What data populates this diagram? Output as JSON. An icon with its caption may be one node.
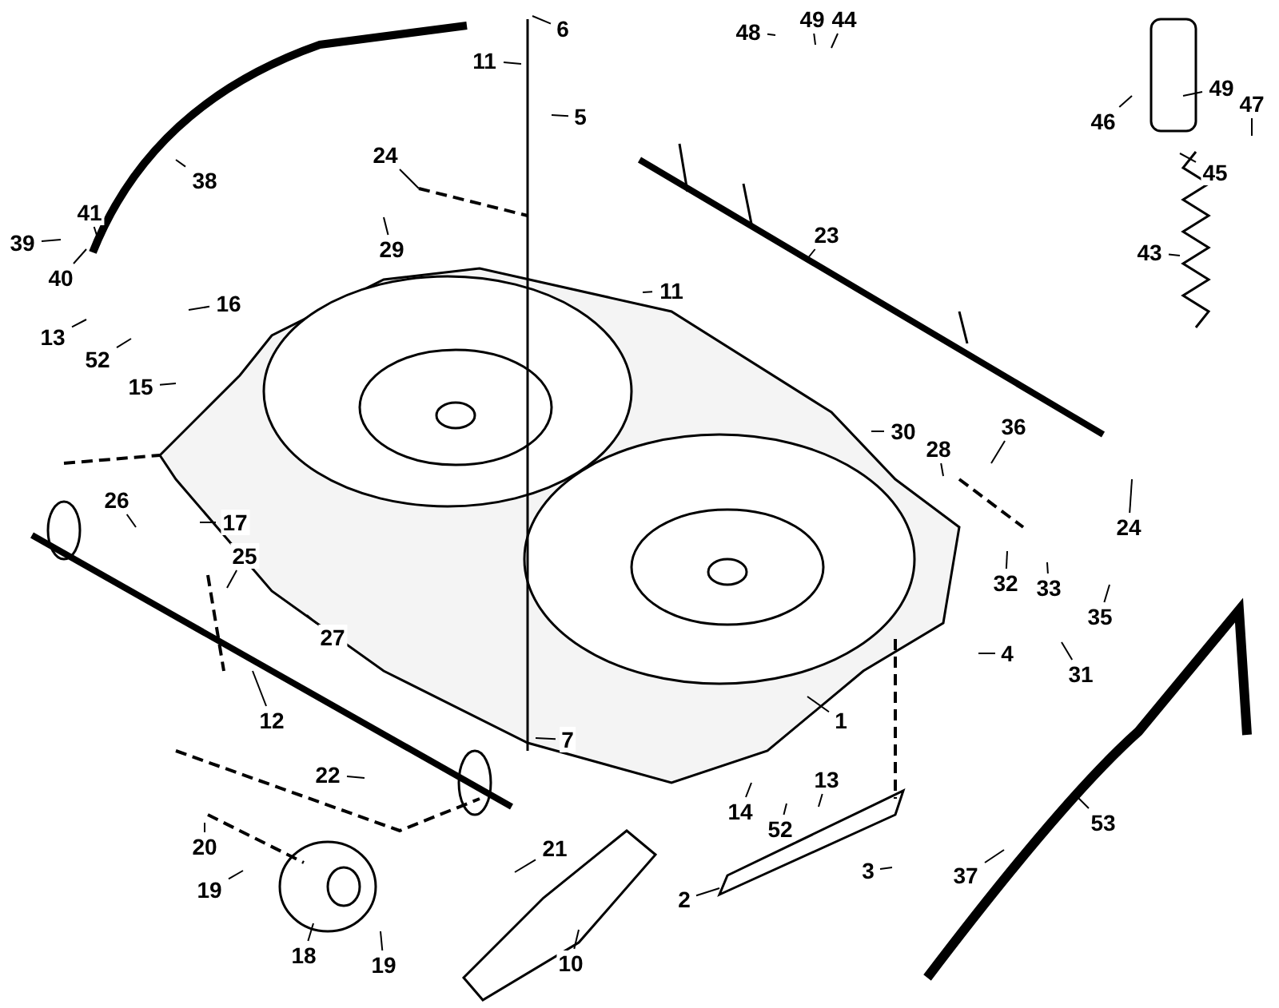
{
  "diagram": {
    "nodes": [
      {
        "text": [
          "48"
        ]
      },
      {
        "text": [
          "49"
        ]
      },
      {
        "text": [
          "44"
        ]
      },
      {
        "text": [
          "6"
        ]
      },
      {
        "text": [
          "11"
        ]
      },
      {
        "text": [
          "49"
        ]
      },
      {
        "text": [
          "47"
        ]
      },
      {
        "text": [
          "46"
        ]
      },
      {
        "text": [
          "5"
        ]
      },
      {
        "text": [
          "38"
        ]
      },
      {
        "text": [
          "24"
        ]
      },
      {
        "text": [
          "45"
        ]
      },
      {
        "text": [
          "29"
        ]
      },
      {
        "text": [
          "41"
        ]
      },
      {
        "text": [
          "23"
        ]
      },
      {
        "text": [
          "39"
        ]
      },
      {
        "text": [
          "40"
        ]
      },
      {
        "text": [
          "43"
        ]
      },
      {
        "text": [
          "16"
        ]
      },
      {
        "text": [
          "11"
        ]
      },
      {
        "text": [
          "13"
        ]
      },
      {
        "text": [
          "52"
        ]
      },
      {
        "text": [
          "15"
        ]
      },
      {
        "text": [
          "36"
        ]
      },
      {
        "text": [
          "30"
        ]
      },
      {
        "text": [
          "28"
        ]
      },
      {
        "text": [
          "26"
        ]
      },
      {
        "text": [
          "17"
        ]
      },
      {
        "text": [
          "24"
        ]
      },
      {
        "text": [
          "25"
        ]
      },
      {
        "text": [
          "32"
        ]
      },
      {
        "text": [
          "33"
        ]
      },
      {
        "text": [
          "35"
        ]
      },
      {
        "text": [
          "27"
        ]
      },
      {
        "text": [
          "4"
        ]
      },
      {
        "text": [
          "31"
        ]
      },
      {
        "text": [
          "12"
        ]
      },
      {
        "text": [
          "1"
        ]
      },
      {
        "text": [
          "7"
        ]
      },
      {
        "text": [
          "22"
        ]
      },
      {
        "text": [
          "13"
        ]
      },
      {
        "text": [
          "14"
        ]
      },
      {
        "text": [
          "52"
        ]
      },
      {
        "text": [
          "53"
        ]
      },
      {
        "text": [
          "20"
        ]
      },
      {
        "text": [
          "21"
        ]
      },
      {
        "text": [
          "3"
        ]
      },
      {
        "text": [
          "37"
        ]
      },
      {
        "text": [
          "19"
        ]
      },
      {
        "text": [
          "2"
        ]
      },
      {
        "text": [
          "18"
        ]
      },
      {
        "text": [
          "10"
        ]
      },
      {
        "text": [
          "19"
        ]
      }
    ],
    "edges": [
      {
        "from": 0,
        "to": null,
        "arrow": "none"
      },
      {
        "from": 1,
        "to": null,
        "arrow": "none"
      },
      {
        "from": 2,
        "to": null,
        "arrow": "none"
      },
      {
        "from": 3,
        "to": null,
        "arrow": "none"
      },
      {
        "from": 4,
        "to": null,
        "arrow": "none"
      },
      {
        "from": 5,
        "to": null,
        "arrow": "none"
      },
      {
        "from": 6,
        "to": null,
        "arrow": "none"
      },
      {
        "from": 7,
        "to": null,
        "arrow": "none"
      },
      {
        "from": 8,
        "to": null,
        "arrow": "none"
      },
      {
        "from": 9,
        "to": null,
        "arrow": "none"
      },
      {
        "from": 10,
        "to": null,
        "arrow": "none"
      },
      {
        "from": 11,
        "to": null,
        "arrow": "none"
      },
      {
        "from": 12,
        "to": null,
        "arrow": "none"
      },
      {
        "from": 13,
        "to": null,
        "arrow": "none"
      },
      {
        "from": 14,
        "to": null,
        "arrow": "none"
      },
      {
        "from": 15,
        "to": null,
        "arrow": "none"
      },
      {
        "from": 16,
        "to": null,
        "arrow": "none"
      },
      {
        "from": 17,
        "to": null,
        "arrow": "none"
      },
      {
        "from": 18,
        "to": null,
        "arrow": "none"
      },
      {
        "from": 19,
        "to": null,
        "arrow": "none"
      },
      {
        "from": 20,
        "to": null,
        "arrow": "none"
      },
      {
        "from": 21,
        "to": null,
        "arrow": "none"
      },
      {
        "from": 22,
        "to": null,
        "arrow": "none"
      },
      {
        "from": 23,
        "to": null,
        "arrow": "none"
      },
      {
        "from": 24,
        "to": null,
        "arrow": "none"
      },
      {
        "from": 25,
        "to": null,
        "arrow": "none"
      },
      {
        "from": 26,
        "to": null,
        "arrow": "none"
      },
      {
        "from": 27,
        "to": null,
        "arrow": "none"
      },
      {
        "from": 28,
        "to": null,
        "arrow": "none"
      },
      {
        "from": 29,
        "to": null,
        "arrow": "none"
      },
      {
        "from": 30,
        "to": null,
        "arrow": "none"
      },
      {
        "from": 31,
        "to": null,
        "arrow": "none"
      },
      {
        "from": 32,
        "to": null,
        "arrow": "none"
      },
      {
        "from": 33,
        "to": null,
        "arrow": "none"
      },
      {
        "from": 34,
        "to": null,
        "arrow": "none"
      },
      {
        "from": 35,
        "to": null,
        "arrow": "none"
      },
      {
        "from": 36,
        "to": null,
        "arrow": "none"
      },
      {
        "from": 37,
        "to": null,
        "arrow": "none"
      },
      {
        "from": 38,
        "to": null,
        "arrow": "none"
      },
      {
        "from": 39,
        "to": null,
        "arrow": "none"
      },
      {
        "from": 40,
        "to": null,
        "arrow": "none"
      },
      {
        "from": 41,
        "to": null,
        "arrow": "none"
      },
      {
        "from": 42,
        "to": null,
        "arrow": "none"
      },
      {
        "from": 43,
        "to": null,
        "arrow": "none"
      },
      {
        "from": 44,
        "to": null,
        "arrow": "none"
      },
      {
        "from": 45,
        "to": null,
        "arrow": "none"
      },
      {
        "from": 46,
        "to": null,
        "arrow": "none"
      },
      {
        "from": 47,
        "to": null,
        "arrow": "none"
      },
      {
        "from": 48,
        "to": null,
        "arrow": "none"
      },
      {
        "from": 49,
        "to": null,
        "arrow": "none"
      },
      {
        "from": 50,
        "to": null,
        "arrow": "none"
      },
      {
        "from": 51,
        "to": null,
        "arrow": "none"
      },
      {
        "from": 52,
        "to": null,
        "arrow": "none"
      }
    ]
  }
}
